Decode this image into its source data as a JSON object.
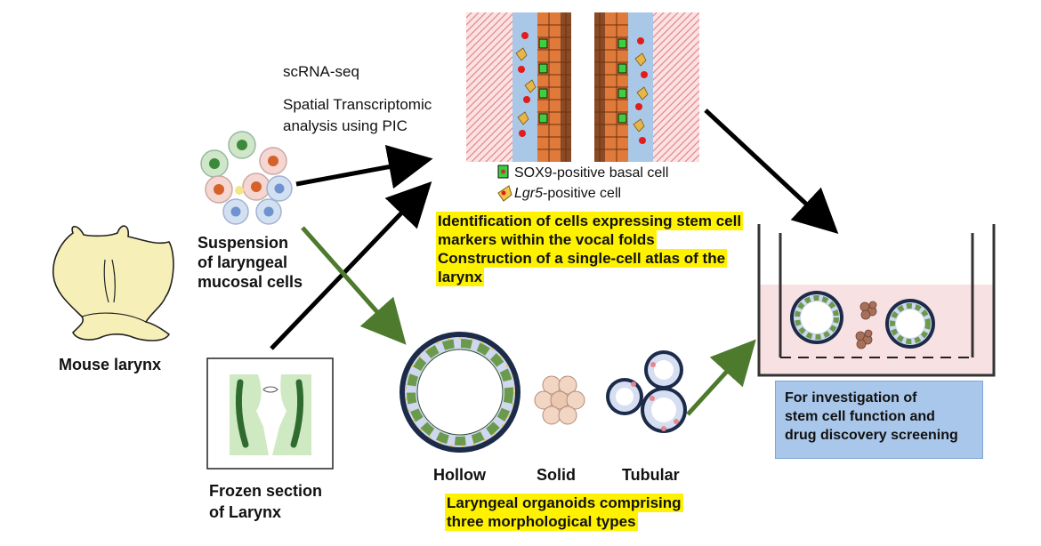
{
  "labels": {
    "scrna": "scRNA-seq",
    "spatial_1": "Spatial Transcriptomic",
    "spatial_2": "analysis using PIC",
    "sox9_legend": "SOX9-positive basal cell",
    "lgr5_italic": "Lgr5",
    "lgr5_rest": "-positive cell",
    "suspension_1": "Suspension",
    "suspension_2": "of laryngeal",
    "suspension_3": "mucosal cells",
    "mouse_larynx": "Mouse larynx",
    "frozen_1": "Frozen section",
    "frozen_2": "of Larynx",
    "hollow": "Hollow",
    "solid": "Solid",
    "tubular": "Tubular"
  },
  "highlights": {
    "stem_1": "Identification of cells expressing stem cell",
    "stem_2": "markers within the vocal folds",
    "atlas_1": "Construction of a single-cell atlas of the",
    "atlas_2": "larynx",
    "organoid_1": "Laryngeal organoids comprising",
    "organoid_2": "three morphological types"
  },
  "investigation": {
    "line1": "For investigation of",
    "line2": "stem cell function and",
    "line3": "drug discovery screening"
  },
  "colors": {
    "highlight": "#fff200",
    "black_arrow": "#000000",
    "green_arrow": "#4e7a2e",
    "info_box": "#a9c7ea",
    "tissue_pink": "#f7c9cc",
    "tissue_blue": "#a9c8e8",
    "cell_orange": "#e07a3a"
  }
}
